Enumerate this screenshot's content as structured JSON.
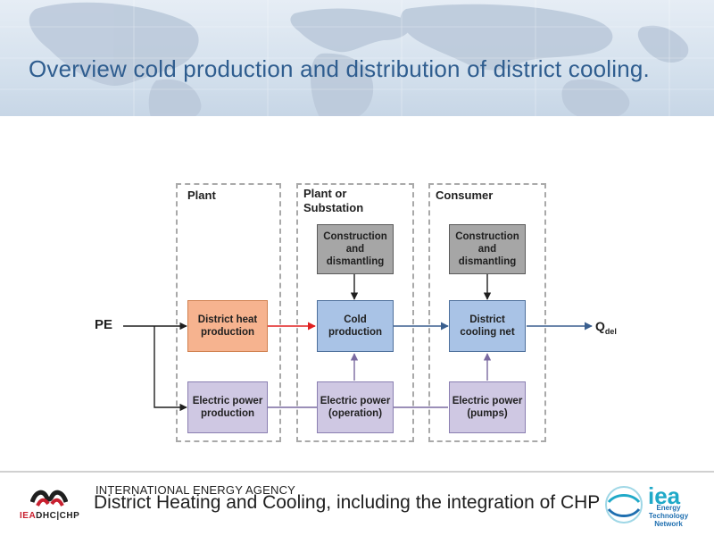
{
  "slide": {
    "title": "Overview cold production and distribution of district cooling."
  },
  "diagram": {
    "zones": {
      "plant": "Plant",
      "plant_or_substation": "Plant or Substation",
      "consumer": "Consumer"
    },
    "boxes": {
      "construction_1": "Construction and dismantling",
      "construction_2": "Construction and dismantling",
      "district_heat": "District heat production",
      "cold_production": "Cold production",
      "district_cooling_net": "District cooling net",
      "electric_power_production": "Electric power production",
      "electric_power_operation": "Electric power (operation)",
      "electric_power_pumps": "Electric power (pumps)"
    },
    "input_label": "PE",
    "output_label": "Q",
    "output_subscript": "del",
    "colors": {
      "gray_box": "#a6a6a6",
      "orange_box": "#f6b38f",
      "blue_box": "#a9c3e6",
      "purple_box": "#cfc8e3",
      "red_arrow": "#e02020",
      "blue_arrow": "#3a5f8f",
      "purple_arrow": "#7a6aa0"
    }
  },
  "footer": {
    "agency": "INTERNATIONAL ENERGY AGENCY",
    "title": "District Heating and Cooling, including the integration of CHP",
    "left_logo": {
      "name": "iea-dhc-chp-logo",
      "prefix": "IEA",
      "suffix": "DHC|CHP"
    },
    "right_logo": {
      "name": "iea-energy-technology-network-logo",
      "word": "iea",
      "tagline": "Energy Technology Network"
    }
  }
}
